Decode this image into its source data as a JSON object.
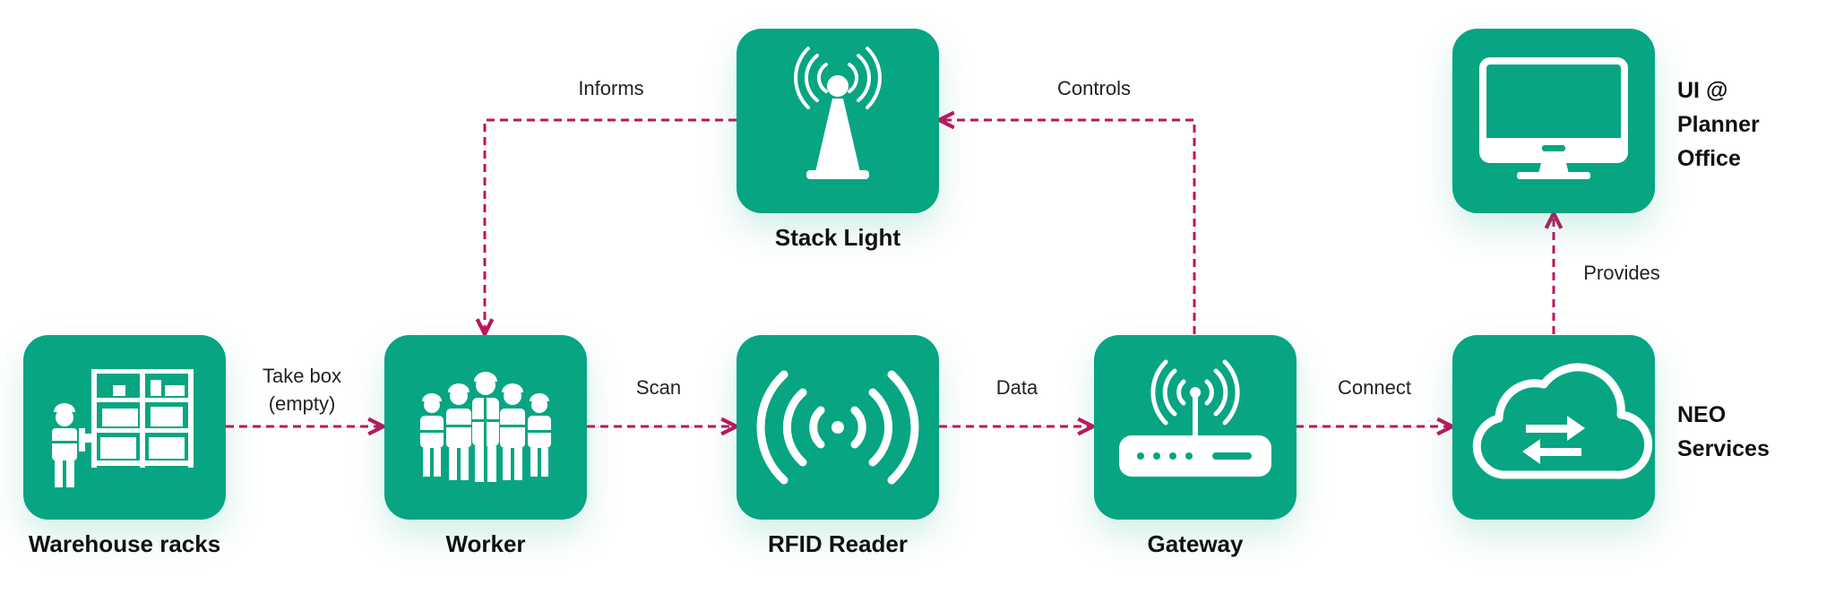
{
  "nodes": {
    "warehouse": {
      "label": "Warehouse racks",
      "icon": "warehouse-racks-icon"
    },
    "worker": {
      "label": "Worker",
      "icon": "workers-group-icon"
    },
    "rfid": {
      "label": "RFID Reader",
      "icon": "rfid-signal-icon"
    },
    "gateway": {
      "label": "Gateway",
      "icon": "router-icon"
    },
    "neo": {
      "label_line1": "NEO",
      "label_line2": "Services",
      "icon": "cloud-sync-icon"
    },
    "stacklight": {
      "label": "Stack Light",
      "icon": "stack-light-icon"
    },
    "ui": {
      "label_line1": "UI @",
      "label_line2": "Planner",
      "label_line3": "Office",
      "icon": "monitor-icon"
    }
  },
  "edges": {
    "take_box_line1": "Take box",
    "take_box_line2": "(empty)",
    "scan": "Scan",
    "data": "Data",
    "connect": "Connect",
    "informs": "Informs",
    "controls": "Controls",
    "provides": "Provides"
  },
  "colors": {
    "node": "#07a582",
    "arrow": "#c0135e",
    "text": "#111111"
  }
}
